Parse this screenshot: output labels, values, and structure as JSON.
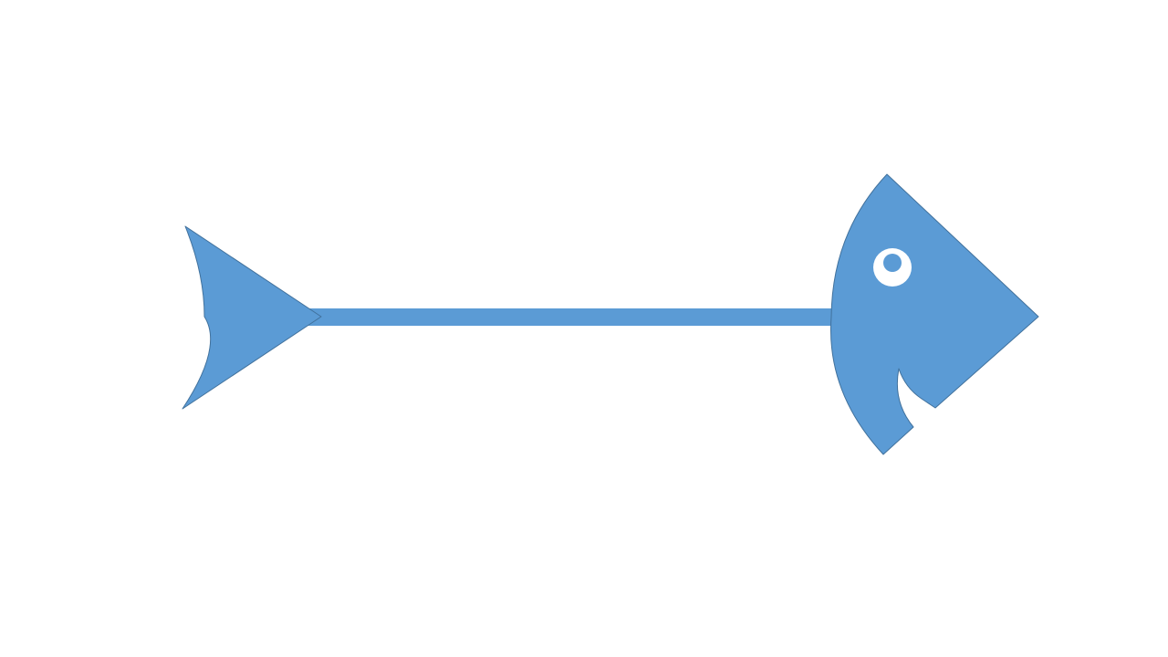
{
  "diagram": {
    "type": "fishbone",
    "colors": {
      "fill": "#5b9bd5",
      "stroke": "#41719c",
      "eye": "#ffffff",
      "background": "#ffffff"
    },
    "parts": [
      "tail",
      "spine",
      "head",
      "eye",
      "mouth"
    ]
  }
}
